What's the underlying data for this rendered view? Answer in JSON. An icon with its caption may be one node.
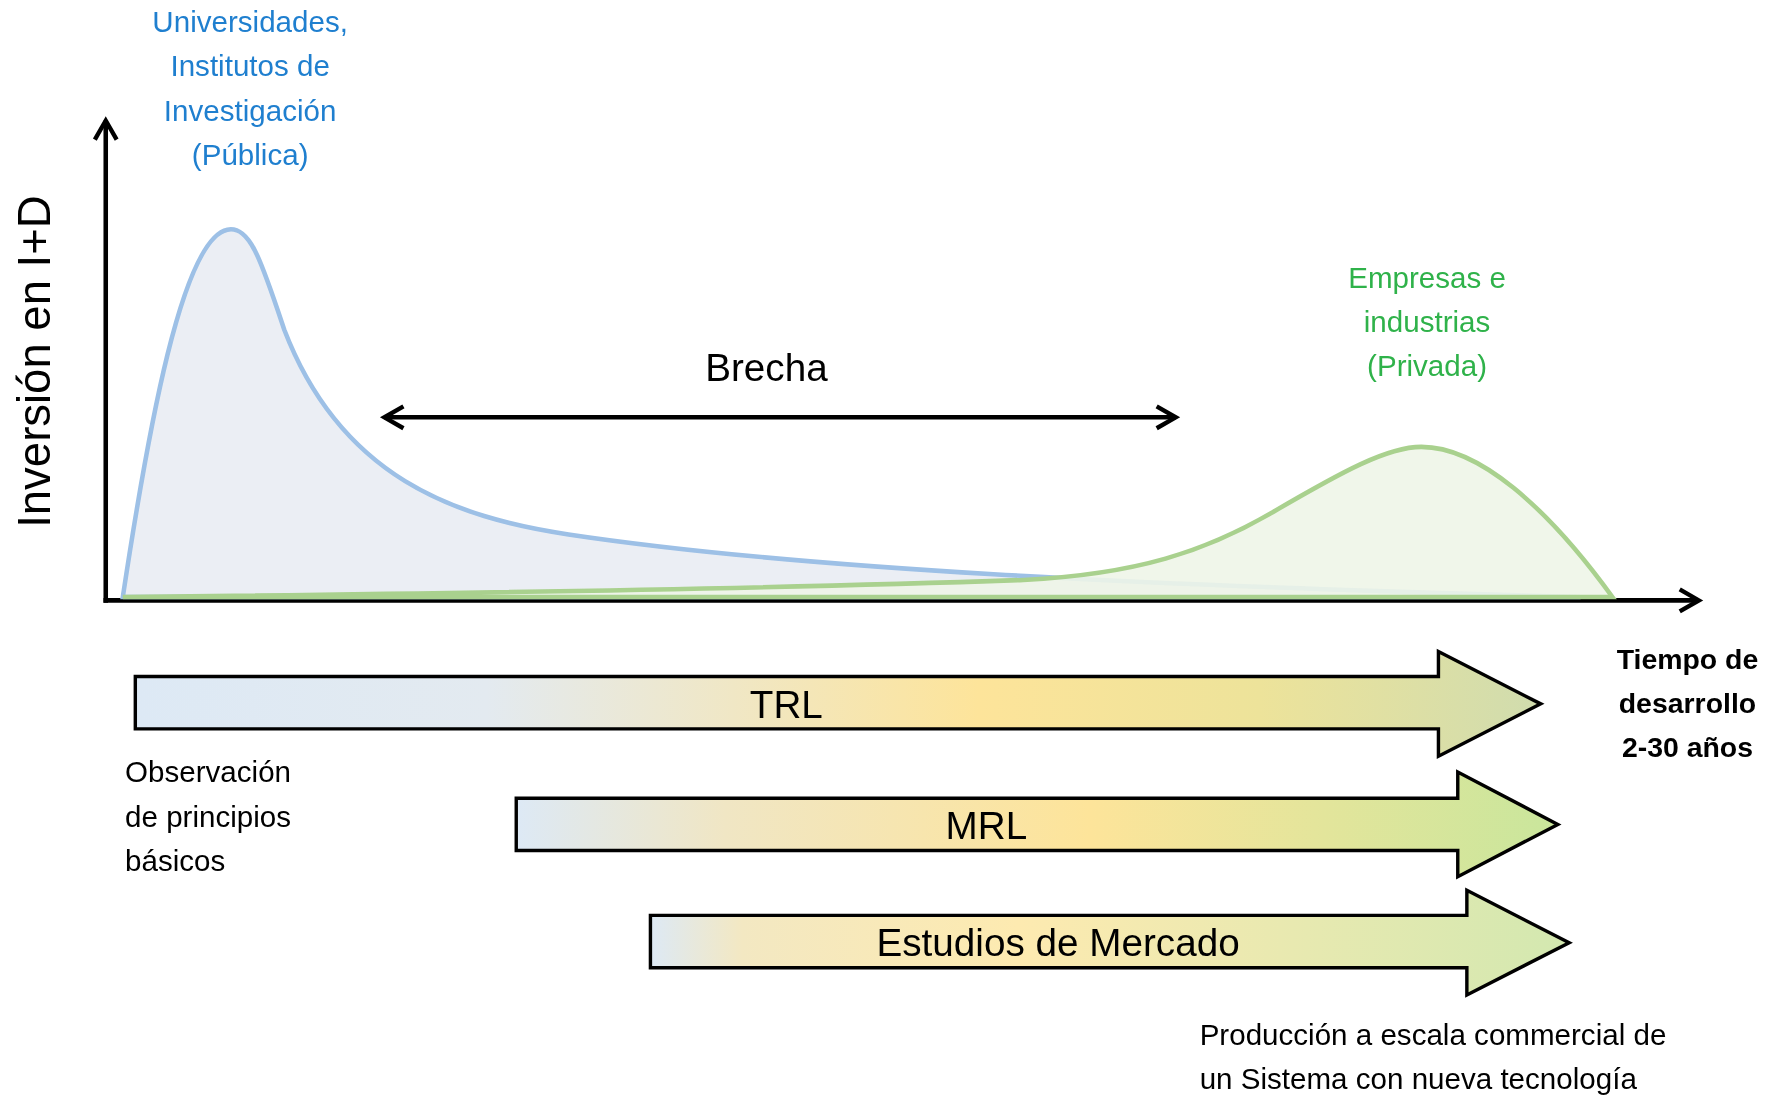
{
  "diagram": {
    "nodes": [
      {
        "text": [
          "Universidades, Institutos de Investigación (Pública)"
        ]
      },
      {
        "text": [
          "Empresas e industrias (Privada)"
        ]
      },
      {
        "text": [
          "TRL"
        ]
      },
      {
        "text": [
          "MRL"
        ]
      },
      {
        "text": [
          "Estudios de Mercado"
        ]
      }
    ],
    "labels": [
      "Inversión en I+D",
      "Brecha",
      "Tiempo de desarrollo 2-30 años",
      "Observación de principios básicos",
      "Producción a escala commercial de un Sistema con nueva tecnología"
    ]
  }
}
